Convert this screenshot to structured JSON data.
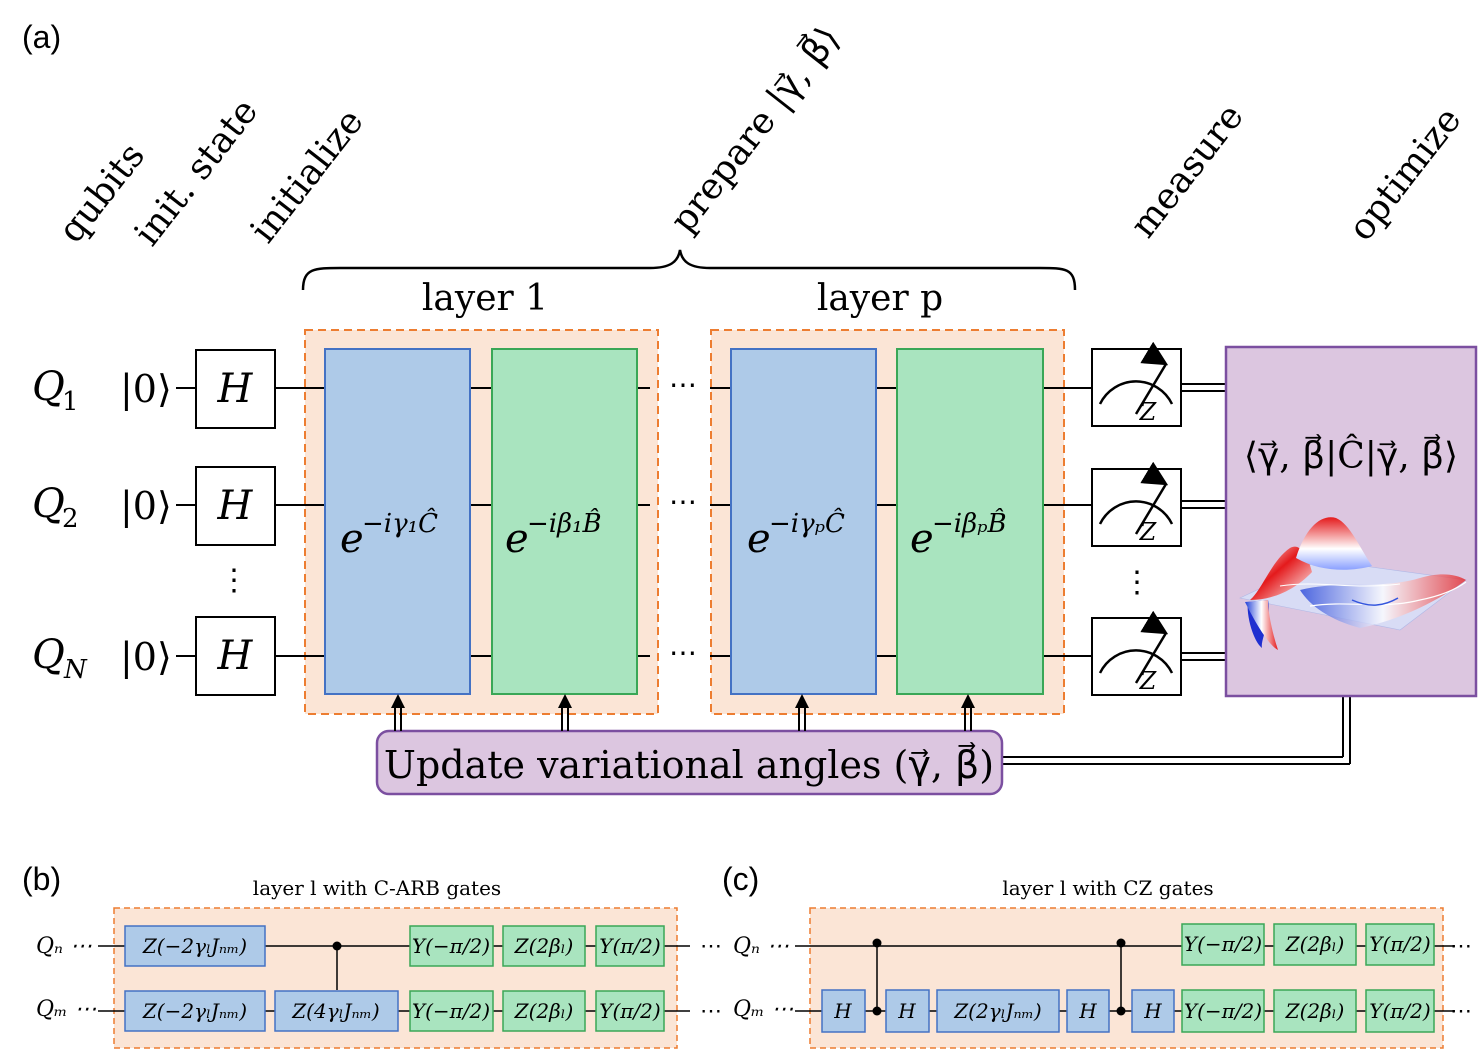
{
  "panel_labels": {
    "a": "(a)",
    "b": "(b)",
    "c": "(c)"
  },
  "stages": {
    "qubits": "qubits",
    "init_state": "init. state",
    "initialize": "initialize",
    "prepare": "prepare |γ⃗, β⃗⟩",
    "measure": "measure",
    "optimize": "optimize"
  },
  "layers": {
    "first": "layer 1",
    "last": "layer p"
  },
  "qubit_labels": {
    "q1": "Q",
    "q1_sub": "1",
    "q2": "Q",
    "q2_sub": "2",
    "qn": "Q",
    "qn_sub": "N"
  },
  "init_ket": "|0⟩",
  "hadamard": "H",
  "vertical_dots": "⋮",
  "horizontal_dots": "⋯",
  "gates": {
    "cost_1": "e^{−iγ₁Ĉ}",
    "cost_1_base": "e",
    "cost_1_exp": "−iγ₁Ĉ",
    "mix_1_base": "e",
    "mix_1_exp": "−iβ₁B̂",
    "cost_p_base": "e",
    "cost_p_exp": "−iγₚĈ",
    "mix_p_base": "e",
    "mix_p_exp": "−iβₚB̂"
  },
  "meter_label": "Z",
  "optimizer": {
    "expectation": "⟨γ⃗, β⃗|Ĉ|γ⃗, β⃗⟩"
  },
  "update_box": "Update variational angles (γ⃗, β⃗)",
  "panel_b": {
    "title": "layer l with C-ARB gates",
    "qn": "Qₙ ⋯",
    "qm": "Qₘ ⋯",
    "row_n": [
      "Z(−2γₗJₙₘ)",
      "Y(−π/2)",
      "Z(2βₗ)",
      "Y(π/2)"
    ],
    "row_m": [
      "Z(−2γₗJₙₘ)",
      "Z(4γₗJₙₘ)",
      "Y(−π/2)",
      "Z(2βₗ)",
      "Y(π/2)"
    ],
    "trail": "⋯"
  },
  "panel_c": {
    "title": "layer l with CZ gates",
    "qn": "Qₙ ⋯",
    "qm": "Qₘ ⋯",
    "row_n": [
      "Y(−π/2)",
      "Z(2βₗ)",
      "Y(π/2)"
    ],
    "row_m": [
      "H",
      "H",
      "Z(2γₗJₙₘ)",
      "H",
      "H",
      "Y(−π/2)",
      "Z(2βₗ)",
      "Y(π/2)"
    ],
    "trail": "⋯"
  },
  "colors": {
    "layer_bg": "#fbe5d6",
    "layer_border": "#ed7d31",
    "cost_fill": "#aecae8",
    "cost_border": "#4472c4",
    "mix_fill": "#a9e4bf",
    "mix_border": "#3aa757",
    "optimizer_fill": "#dcc6e0",
    "optimizer_border": "#7b4fa0"
  }
}
